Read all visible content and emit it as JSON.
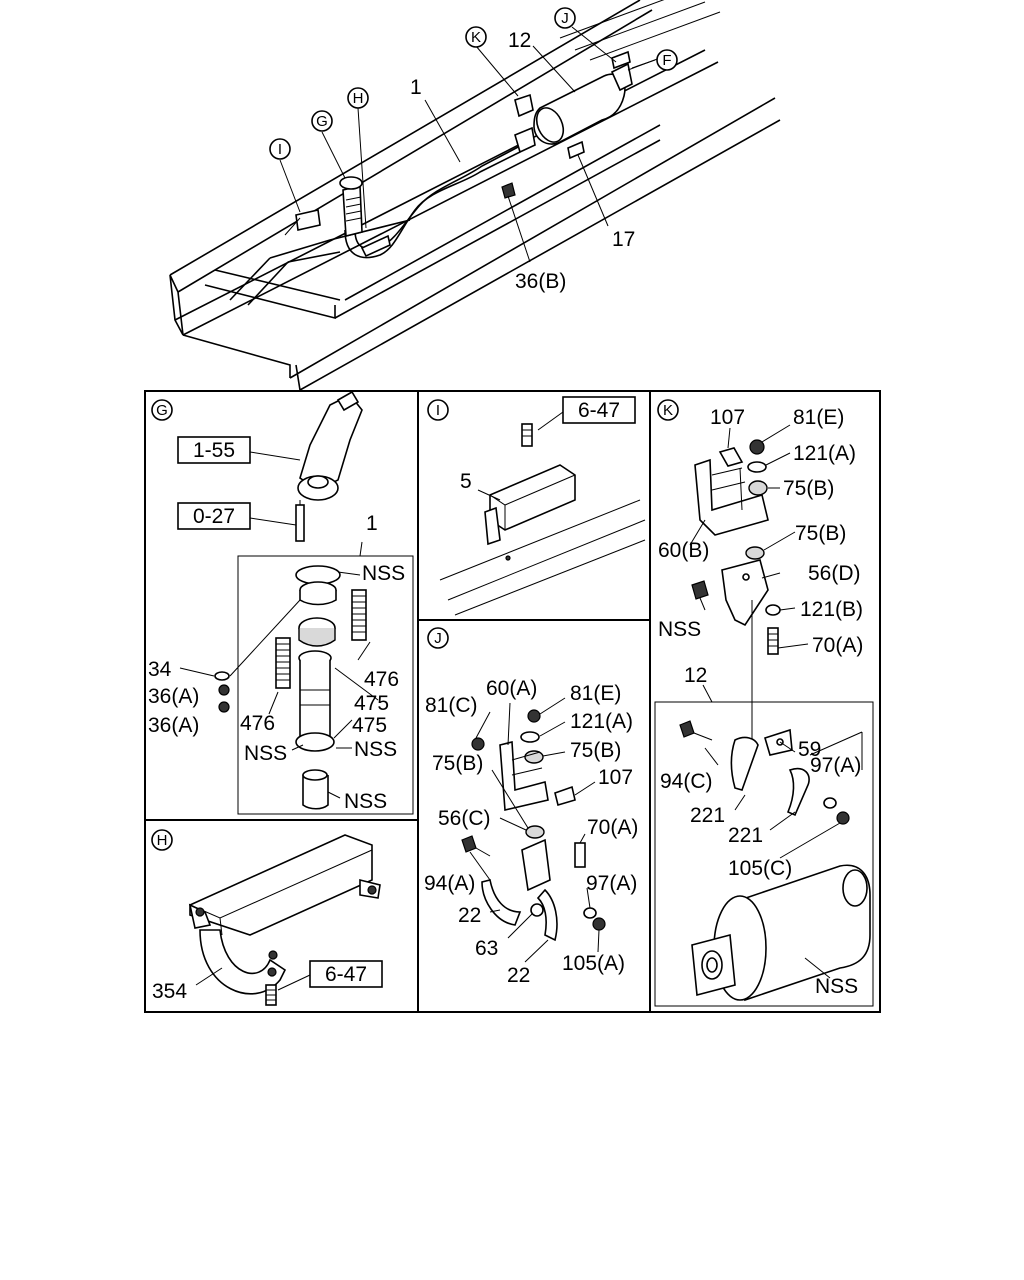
{
  "overview": {
    "callouts": {
      "k": "K",
      "j": "J",
      "f": "F",
      "g": "G",
      "h": "H",
      "i": "I"
    },
    "labels": {
      "part12": "12",
      "part1": "1",
      "part17": "17",
      "part36b": "36(B)"
    }
  },
  "panel_g": {
    "letter": "G",
    "refs": {
      "r155": "1-55",
      "r027": "0-27"
    },
    "labels": {
      "part1": "1",
      "nss1": "NSS",
      "p476a": "476",
      "p475a": "475",
      "p476b": "476",
      "nss2": "NSS",
      "p475b": "475",
      "nss3": "NSS",
      "nss4": "NSS",
      "p34": "34",
      "p36a1": "36(A)",
      "p36a2": "36(A)"
    }
  },
  "panel_h": {
    "letter": "H",
    "ref": "6-47",
    "labels": {
      "p354": "354"
    }
  },
  "panel_i": {
    "letter": "I",
    "ref": "6-47",
    "labels": {
      "p5": "5"
    }
  },
  "panel_j": {
    "letter": "J",
    "labels": {
      "p81c": "81(C)",
      "p60a": "60(A)",
      "p81e": "81(E)",
      "p121a": "121(A)",
      "p75b1": "75(B)",
      "p107": "107",
      "p75b2": "75(B)",
      "p56c": "56(C)",
      "p70a": "70(A)",
      "p94a": "94(A)",
      "p97a": "97(A)",
      "p22a": "22",
      "p63": "63",
      "p22b": "22",
      "p105a": "105(A)"
    }
  },
  "panel_k": {
    "letter": "K",
    "labels": {
      "p107": "107",
      "p81e": "81(E)",
      "p121a": "121(A)",
      "p75b1": "75(B)",
      "p75b2": "75(B)",
      "p60b": "60(B)",
      "p56d": "56(D)",
      "nss": "NSS",
      "p121b": "121(B)",
      "p70a": "70(A)",
      "p12": "12",
      "p59": "59",
      "p94c": "94(C)",
      "p97a": "97(A)",
      "p221a": "221",
      "p221b": "221",
      "p105c": "105(C)",
      "nss2": "NSS"
    }
  }
}
